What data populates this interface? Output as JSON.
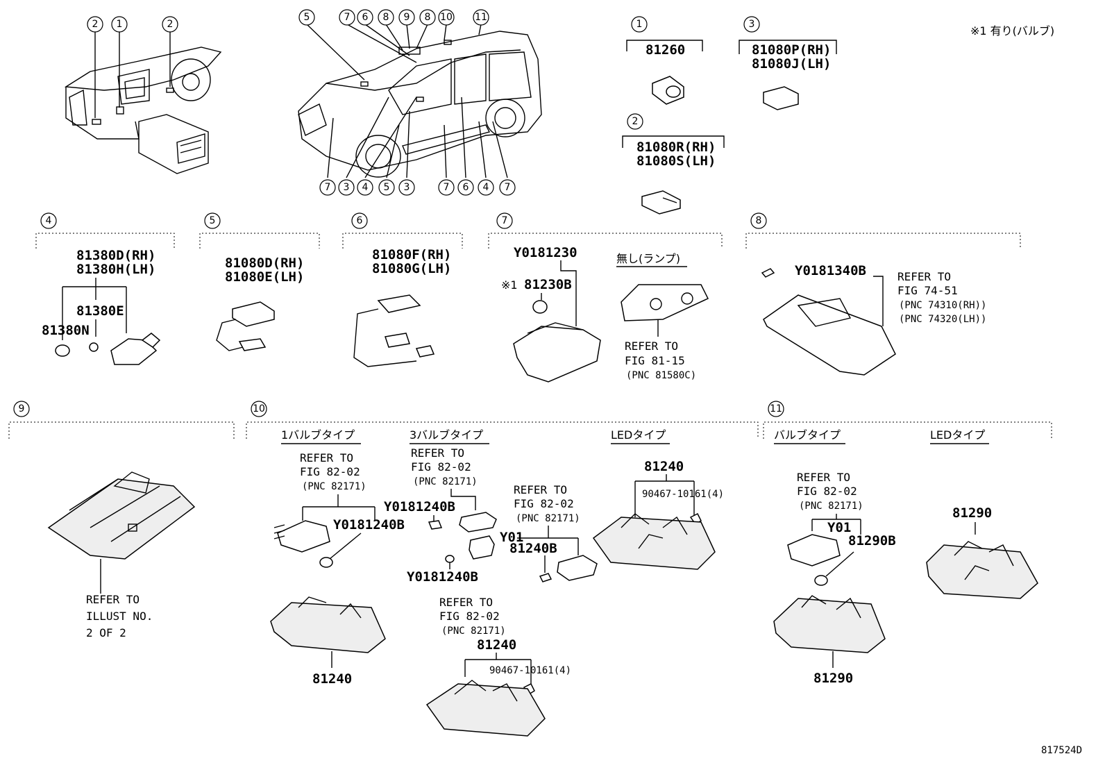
{
  "callouts": [
    "1",
    "2",
    "3",
    "4",
    "5",
    "6",
    "7",
    "8",
    "9",
    "10",
    "11"
  ],
  "note_top_right": "※1 有り(バルブ)",
  "figure_number": "817524D",
  "sec1": {
    "num": "1",
    "part": "81260"
  },
  "sec2": {
    "num": "2",
    "part_rh": "81080R(RH)",
    "part_lh": "81080S(LH)"
  },
  "sec3": {
    "num": "3",
    "part_rh": "81080P(RH)",
    "part_lh": "81080J(LH)"
  },
  "sec4": {
    "num": "4",
    "part_rh": "81380D(RH)",
    "part_lh": "81380H(LH)",
    "sub1": "81380E",
    "sub2": "81380N"
  },
  "sec5": {
    "num": "5",
    "part_rh": "81080D(RH)",
    "part_lh": "81080E(LH)"
  },
  "sec6": {
    "num": "6",
    "part_rh": "81080F(RH)",
    "part_lh": "81080G(LH)"
  },
  "sec7": {
    "num": "7",
    "part": "Y0181230",
    "bulb": "81230B",
    "bulb_mark": "※1",
    "no_lamp": "無し(ランプ)",
    "ref1": "REFER TO",
    "ref2": "FIG 81-15",
    "ref3": "(PNC 81580C)"
  },
  "sec8": {
    "num": "8",
    "part": "Y0181340B",
    "ref1": "REFER TO",
    "ref2": "FIG 74-51",
    "ref3": "(PNC 74310(RH))",
    "ref4": "(PNC 74320(LH))"
  },
  "sec9": {
    "num": "9",
    "ref1": "REFER TO",
    "ref2": "ILLUST NO.",
    "ref3": "2 OF 2"
  },
  "sec10": {
    "num": "10",
    "type1": "1バルブタイプ",
    "type3": "3バルブタイプ",
    "type_led": "LEDタイプ",
    "ref1": "REFER TO",
    "ref2": "FIG 82-02",
    "ref3": "(PNC 82171)",
    "bulb": "Y0181240B",
    "bulb_y01": "Y01",
    "bulb_rest": "81240B",
    "lens": "81240",
    "screw": "90467-10161(4)"
  },
  "sec11": {
    "num": "11",
    "type_bulb": "バルブタイプ",
    "type_led": "LEDタイプ",
    "ref1": "REFER TO",
    "ref2": "FIG 82-02",
    "ref3": "(PNC 82171)",
    "bulb_y01": "Y01",
    "bulb_rest": "81290B",
    "lens": "81290"
  }
}
